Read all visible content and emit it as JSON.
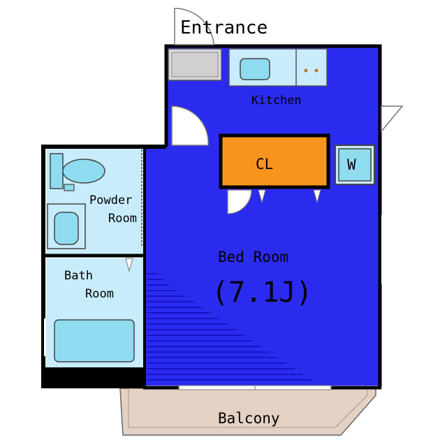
{
  "labels": {
    "entrance": "Entrance",
    "kitchen": "Kitchen",
    "closet": "CL",
    "washer": "W",
    "powder_room_line1": "Powder",
    "powder_room_line2": "Room",
    "bath_room_line1": "Bath",
    "bath_room_line2": "Room",
    "bed_room": "Bed Room",
    "bed_room_size": "(7.1J)",
    "balcony": "Balcony"
  },
  "colors": {
    "wall": "#000000",
    "bed_room_floor": "#2b2bf0",
    "wet_area_floor": "#c8ecfb",
    "fixture": "#8fdcf0",
    "closet": "#f7941d",
    "balcony": "#e3d1c4",
    "entrance_floor": "#d9d9d9"
  }
}
